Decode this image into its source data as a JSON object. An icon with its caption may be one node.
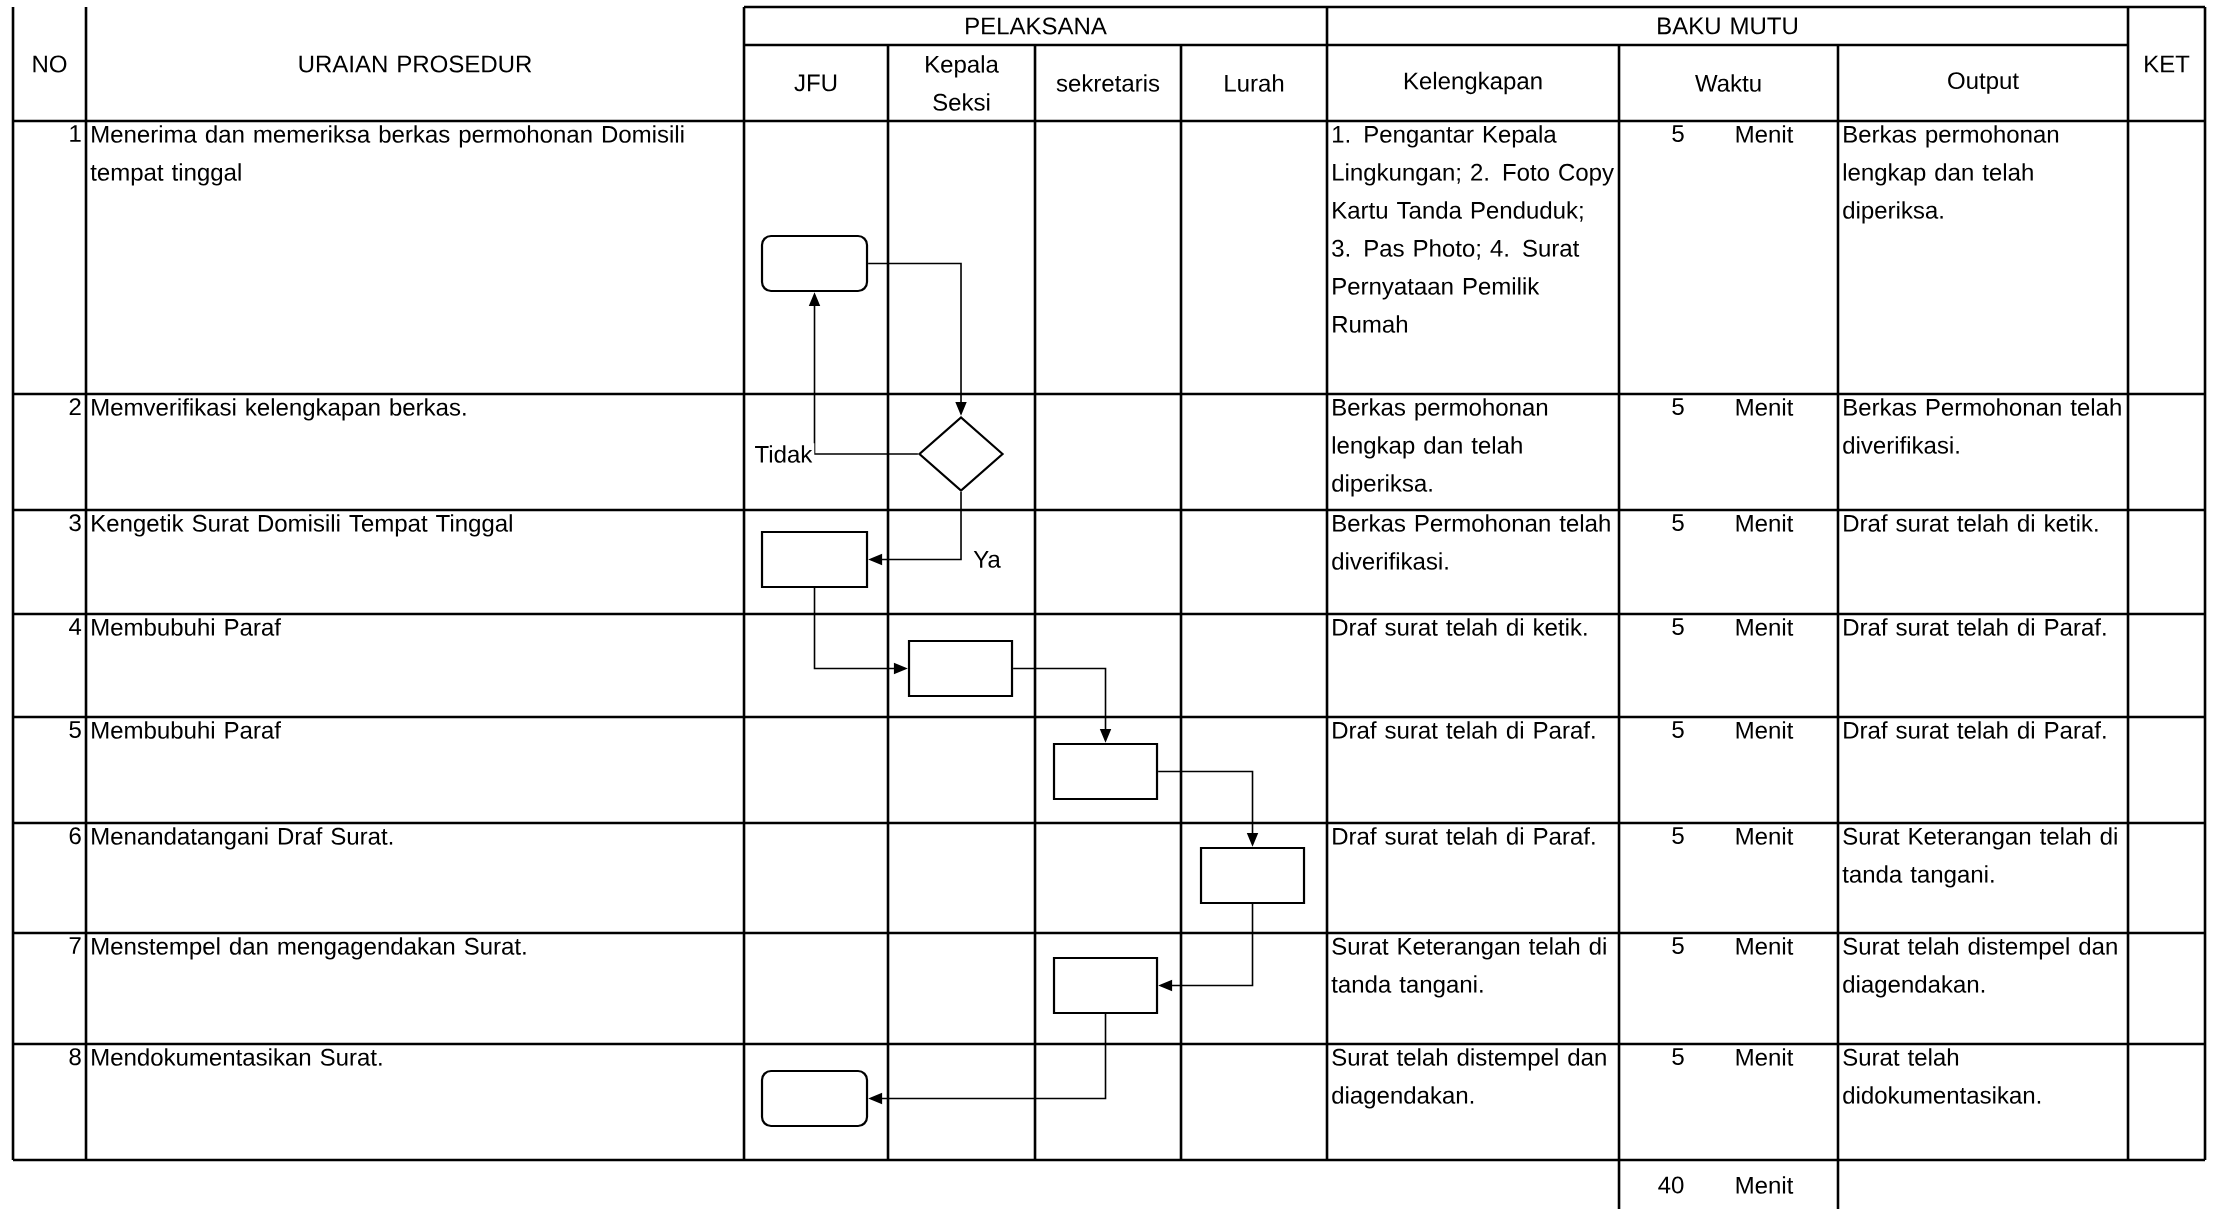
{
  "diagram": {
    "nodes": [
      {
        "text": [],
        "shape": "terminal"
      },
      {
        "text": [],
        "shape": "diamond"
      },
      {
        "text": [],
        "shape": "box"
      },
      {
        "text": [],
        "shape": "box"
      },
      {
        "text": [],
        "shape": "box"
      },
      {
        "text": [],
        "shape": "box"
      },
      {
        "text": [],
        "shape": "box"
      },
      {
        "text": [],
        "shape": "terminal"
      }
    ],
    "edges": [
      {
        "from": 0,
        "to": 1,
        "arrow": "to"
      },
      {
        "from": 1,
        "to": 0,
        "arrow": "to",
        "label": "Tidak"
      },
      {
        "from": 1,
        "to": 2,
        "arrow": "to",
        "label": "Ya"
      },
      {
        "from": 2,
        "to": 3,
        "arrow": "to"
      },
      {
        "from": 3,
        "to": 4,
        "arrow": "to"
      },
      {
        "from": 4,
        "to": 5,
        "arrow": "to"
      },
      {
        "from": 5,
        "to": 6,
        "arrow": "to"
      },
      {
        "from": 6,
        "to": 7,
        "arrow": "to"
      }
    ],
    "labels": [
      "NO",
      "URAIAN PROSEDUR",
      "PELAKSANA",
      "BAKU MUTU",
      "KET",
      "JFU",
      "Kepala Seksi",
      "sekretaris",
      "Lurah",
      "Kelengkapan",
      "Waktu",
      "Output",
      "1",
      "Menerima dan memeriksa berkas permohonan Domisili tempat tinggal",
      "1. Pengantar Kepala Lingkungan; 2. Foto Copy Kartu Tanda Penduduk; 3. Pas Photo; 4. Surat Pernyataan Pemilik Rumah",
      "5",
      "Menit",
      "Berkas permohonan lengkap dan telah diperiksa.",
      "2",
      "Memverifikasi kelengkapan berkas.",
      "Berkas permohonan lengkap dan telah diperiksa.",
      "5",
      "Menit",
      "Berkas Permohonan telah diverifikasi.",
      "3",
      "Kengetik Surat Domisili Tempat Tinggal",
      "Berkas Permohonan telah diverifikasi.",
      "5",
      "Menit",
      "Draf surat telah di ketik.",
      "4",
      "Membubuhi Paraf",
      "Draf surat telah di ketik.",
      "5",
      "Menit",
      "Draf surat telah di Paraf.",
      "5",
      "Membubuhi Paraf",
      "Draf surat telah di Paraf.",
      "5",
      "Menit",
      "Draf surat telah di Paraf.",
      "6",
      "Menandatangani Draf Surat.",
      "Draf surat telah di Paraf.",
      "5",
      "Menit",
      "Surat Keterangan telah di tanda tangani.",
      "7",
      "Menstempel dan mengagendakan Surat.",
      "Surat Keterangan telah di tanda tangani.",
      "5",
      "Menit",
      "Surat telah distempel dan diagendakan.",
      "8",
      "Mendokumentasikan Surat.",
      "Surat telah distempel dan diagendakan.",
      "5",
      "Menit",
      "Surat telah didokumentasikan.",
      "40",
      "Menit"
    ]
  }
}
